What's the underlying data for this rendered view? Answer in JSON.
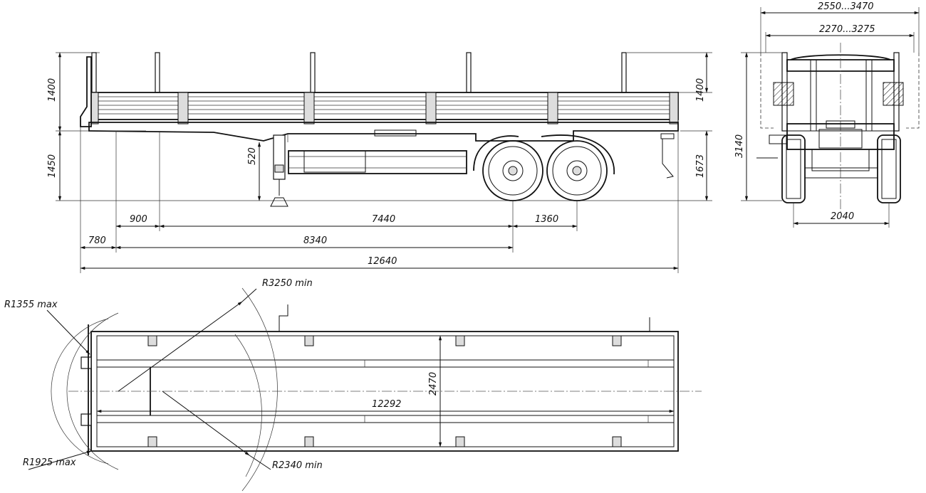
{
  "side_view": {
    "dims": {
      "stake_height_left": "1400",
      "stake_height_right": "1400",
      "kingpin_height": "1450",
      "support_height": "520",
      "deck_height": "1673",
      "kingpin_to_leg": "900",
      "leg_to_axle": "7440",
      "axle_spacing": "1360",
      "front_overhang": "780",
      "kingpin_to_axle": "8340",
      "overall_length": "12640"
    }
  },
  "rear_view": {
    "dims": {
      "overall_width": "2550...3470",
      "inner_width": "2270...3275",
      "overall_height": "3140",
      "track_width": "2040"
    }
  },
  "plan_view": {
    "dims": {
      "r_front_corner": "R1355 max",
      "r_kingpin_swing": "R3250 min",
      "r_rear_corner": "R1925 max",
      "r_inner_swing": "R2340 min",
      "platform_length": "12292",
      "platform_width": "2470"
    }
  }
}
